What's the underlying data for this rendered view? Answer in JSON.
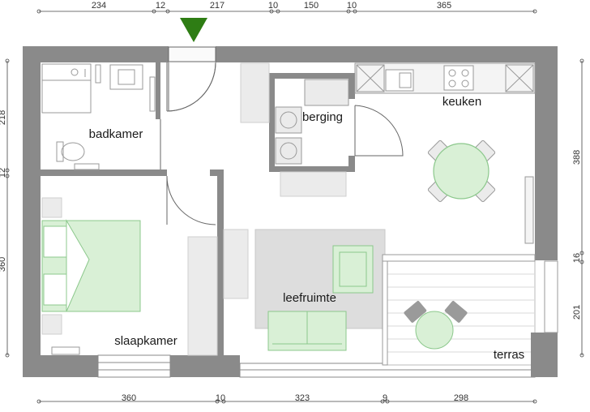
{
  "rooms": {
    "badkamer": "badkamer",
    "berging": "berging",
    "keuken": "keuken",
    "slaapkamer": "slaapkamer",
    "leefruimte": "leefruimte",
    "terras": "terras"
  },
  "dimensions": {
    "top": [
      "234",
      "12",
      "217",
      "10",
      "150",
      "10",
      "365"
    ],
    "bottom": [
      "360",
      "10",
      "323",
      "9",
      "298"
    ],
    "left": [
      "218",
      "12",
      "360"
    ],
    "right": [
      "388",
      "16",
      "201"
    ]
  },
  "colors": {
    "wall": "#8a8a8a",
    "furniture_green": "#d9f0d6",
    "furniture_green_stroke": "#8cc88c",
    "entrance_marker": "#2e7d14",
    "rug": "#d8d8d8"
  },
  "icons": {
    "entrance": "entrance-arrow-icon"
  }
}
